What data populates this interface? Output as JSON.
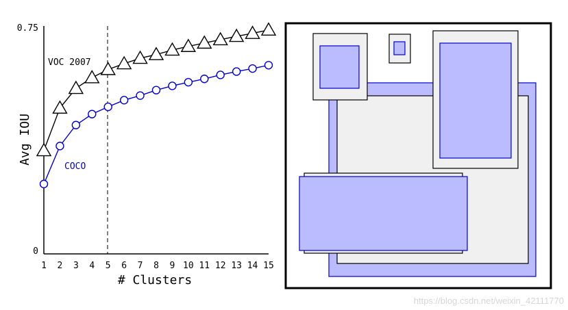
{
  "chart_data": {
    "type": "line",
    "x": [
      1,
      2,
      3,
      4,
      5,
      6,
      7,
      8,
      9,
      10,
      11,
      12,
      13,
      14,
      15
    ],
    "xticks": [
      "1",
      "2",
      "3",
      "4",
      "5",
      "6",
      "7",
      "8",
      "9",
      "10",
      "11",
      "12",
      "13",
      "14",
      "15"
    ],
    "yticks": [
      "0",
      "0.75"
    ],
    "xlabel": "# Clusters",
    "ylabel": "Avg IOU",
    "xlim": [
      1,
      15
    ],
    "ylim": [
      0,
      0.75
    ],
    "grid": false,
    "reference_line": {
      "x": 5,
      "style": "dashed"
    },
    "series": [
      {
        "name": "VOC 2007",
        "marker": "triangle",
        "color": "#000000",
        "values": [
          0.34,
          0.48,
          0.545,
          0.58,
          0.607,
          0.626,
          0.644,
          0.656,
          0.671,
          0.683,
          0.694,
          0.705,
          0.716,
          0.726,
          0.737
        ]
      },
      {
        "name": "COCO",
        "marker": "circle",
        "color": "#0000cc",
        "values": [
          0.23,
          0.355,
          0.424,
          0.46,
          0.484,
          0.506,
          0.521,
          0.539,
          0.553,
          0.565,
          0.576,
          0.589,
          0.6,
          0.61,
          0.621
        ]
      }
    ]
  },
  "diagram": {
    "fill_color": "#bbbbff",
    "stroke_color": "#0000cc",
    "frame_color": "#000000",
    "gray_fill": "#f0f0f0"
  },
  "watermark": "https://blog.csdn.net/weixin_42111770"
}
